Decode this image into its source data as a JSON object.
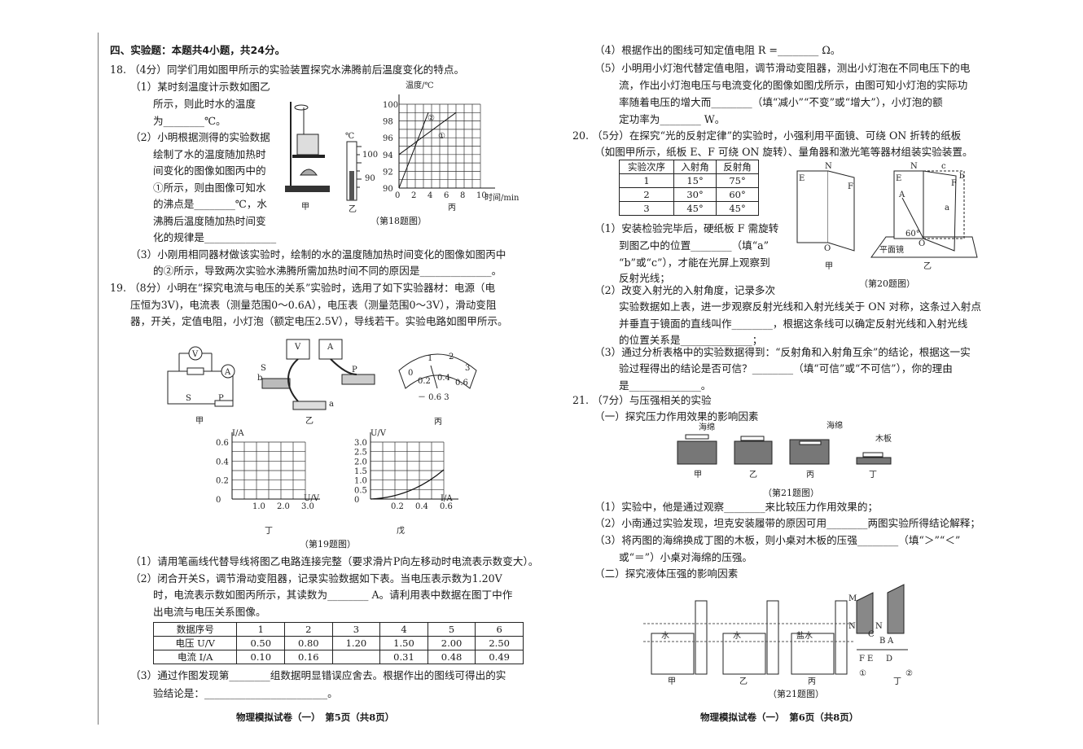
{
  "left": {
    "section": "四、实验题：本题共4小题，共24分。",
    "q18": {
      "stem": "18. （4分）同学们用如图甲所示的实验装置探究水沸腾前后温度变化的特点。",
      "p1": [
        "（1）某时刻温度计示数如图乙",
        "所示，则此时水的温度",
        "为________℃。"
      ],
      "p2": [
        "（2）小明根据测得的实验数据",
        "绘制了水的温度随加热时",
        "间变化的图像如图丙中的",
        "①所示，则由图像可知水",
        "的沸点是________℃，水",
        "沸腾后温度随加热时间变",
        "化的规律是______________"
      ],
      "p3": [
        "（3）小刚用相同器材做该实验时，绘制的水的温度随加热时间变化的图像如图丙中",
        "的②所示，导致两次实验水沸腾所需加热时间不同的原因是______________。"
      ],
      "fig": {
        "jia": "甲",
        "yi": "乙",
        "bing": "丙",
        "thermo_unit": "℃",
        "thermo_100": "100",
        "thermo_90": "90",
        "ylabel": "温度/℃",
        "xlabel": "时间/min",
        "yticks": [
          "90",
          "92",
          "94",
          "96",
          "98",
          "100"
        ],
        "xticks": [
          "0",
          "2",
          "4",
          "6",
          "8",
          "10"
        ],
        "line1": "①",
        "line2": "②",
        "caption": "（第18题图）"
      }
    },
    "q19": {
      "stem": [
        "19. （8分）小明在“探究电流与电压的关系”实验时，选用了如下实验器材：电源（电",
        "压恒为3V)，电流表（测量范围0～0.6A），电压表（测量范围0～3V），滑动变阻",
        "器，开关，定值电阻，小灯泡（额定电压2.5V），导线若干。实验电路如图甲所示。"
      ],
      "fig": {
        "jia": "甲",
        "yi": "乙",
        "bing": "丙",
        "ding": "丁",
        "wu": "戊",
        "V": "V",
        "A": "A",
        "S": "S",
        "P": "P",
        "a": "a",
        "b": "b",
        "meter_scale": [
          "0",
          "1",
          "2",
          "3",
          "0.2",
          "0.4",
          "0.6"
        ],
        "meter_terminals": "－ 0.6  3",
        "ding_ylabel": "I/A",
        "ding_xlabel": "U/V",
        "ding_yticks": [
          "0",
          "0.2",
          "0.4",
          "0.6"
        ],
        "ding_xticks": [
          "1.0",
          "2.0",
          "3.0"
        ],
        "wu_ylabel": "U/V",
        "wu_xlabel": "I/A",
        "wu_yticks": [
          "0",
          "0.5",
          "1.0",
          "1.5",
          "2.0",
          "2.5",
          "3.0"
        ],
        "wu_xticks": [
          "0.2",
          "0.4",
          "0.6"
        ],
        "caption": "（第19题图）"
      },
      "p1": "（1）请用笔画线代替导线将图乙电路连接完整（要求滑片P向左移动时电流表示数变大）。",
      "p2": [
        "（2）闭合开关S，调节滑动变阻器，记录实验数据如下表。当电压表示数为1.20V",
        "时，电流表示数如图丙所示，其读数为________ A。请利用表中数据在图丁中作",
        "出电流与电压关系图像。"
      ],
      "table": {
        "rows": [
          [
            "数据序号",
            "1",
            "2",
            "3",
            "4",
            "5",
            "6"
          ],
          [
            "电压 U/V",
            "0.50",
            "0.80",
            "1.20",
            "1.50",
            "2.00",
            "2.50"
          ],
          [
            "电流 I/A",
            "0.10",
            "0.16",
            "",
            "0.31",
            "0.48",
            "0.49"
          ]
        ]
      },
      "p3": [
        "（3）通过作图发现第________组数据明显错误应舍去。根据作出的图线可得出的实",
        "验结论是：________________________。"
      ]
    },
    "footer": "物理模拟试卷（一）　第5页（共8页）"
  },
  "right": {
    "q19b": {
      "p4": "（4）根据作出的图线可知定值电阻 R =________ Ω。",
      "p5": [
        "（5）小明用小灯泡代替定值电阻，调节滑动变阻器，测出小灯泡在不同电压下的电",
        "流，作出小灯泡电压与电流变化的图像如图戊所示，由图可知小灯泡的实际功",
        "率随着电压的增大而________（填“减小”“不变”或“增大”），小灯泡的额",
        "定功率为________ W。"
      ]
    },
    "q20": {
      "stem": [
        "20. （5分）在探究“光的反射定律”的实验时，小强利用平面镜、可绕 ON 折转的纸板",
        "（如图甲所示，纸板 E、F 可绕 ON 旋转）、量角器和激光笔等器材组装实验装置。"
      ],
      "table": {
        "rows": [
          [
            "实验次序",
            "入射角",
            "反射角"
          ],
          [
            "1",
            "15°",
            "75°"
          ],
          [
            "2",
            "30°",
            "60°"
          ],
          [
            "3",
            "45°",
            "45°"
          ]
        ]
      },
      "p1": [
        "（1）安装检验完毕后，硬纸板 F 需旋转",
        "到图乙中的位置________（填“a”",
        "“b”或“c”），才能在光屏上观察到",
        "反射光线；"
      ],
      "fig": {
        "E": "E",
        "F": "F",
        "N": "N",
        "O": "O",
        "A": "A",
        "a": "a",
        "b": "b",
        "c": "c",
        "angle": "60°",
        "mirror": "平面镜",
        "jia": "甲",
        "yi": "乙",
        "caption": "（第20题图）"
      },
      "p2": [
        "（2）改变入射光的入射角度，记录多次",
        "实验数据如上表，进一步观察反射光线和入射光线关于 ON 对称，这条过入射点",
        "并垂直于镜面的直线叫作________，根据这条线可以确定反射光线和入射光线",
        "的位置关系是______________；"
      ],
      "p3": [
        "（3）通过分析表格中的实验数据得到：“反射角和入射角互余”的结论，根据这一实",
        "验过程得出的结论是否可信？________（填“可信”或“不可信”），你的理由",
        "是______________。"
      ]
    },
    "q21": {
      "stem": "21. （7分）与压强相关的实验",
      "part1": "（一）探究压力作用效果的影响因素",
      "fig1": {
        "sponge": "海绵",
        "sponge2": "海绵",
        "board": "木板",
        "labels": [
          "甲",
          "乙",
          "丙",
          "丁"
        ],
        "caption": "（第21题图）"
      },
      "p1": "（1）实验中，他是通过观察________来比较压力作用效果的；",
      "p2": "（2）小南通过实验发现，坦克安装履带的原因可用________两图实验所得结论解释；",
      "p3": [
        "（3）将丙图的海绵换成丁图的木板，则小桌对木板的压强________（填“＞”“＜”",
        "或“＝”）小桌对海绵的压强。"
      ],
      "part2": "（二）探究液体压强的影响因素",
      "fig2": {
        "water": "水",
        "water2": "水",
        "brine": "盐水",
        "labels": [
          "甲",
          "乙",
          "丙",
          "丁"
        ],
        "M": "M",
        "N": "N",
        "C": "C",
        "B": "B",
        "A": "A",
        "F": "F",
        "E": "E",
        "D": "D",
        "c1": "①",
        "c2": "②",
        "caption": "（第21题图）"
      }
    },
    "footer": "物理模拟试卷（一）　第6页（共8页）"
  }
}
